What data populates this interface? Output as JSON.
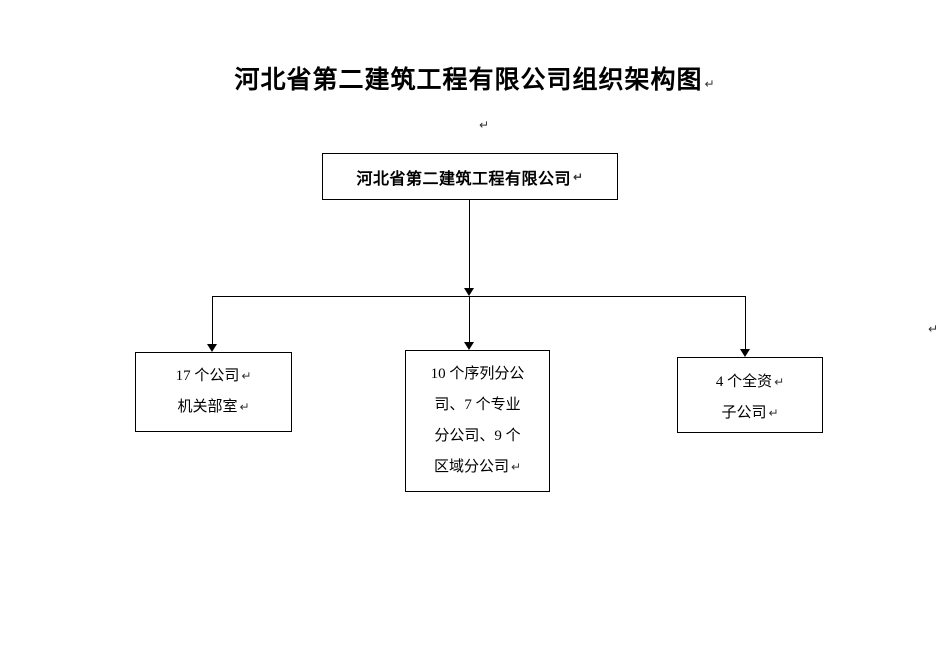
{
  "pilcrow": "↵",
  "title": "河北省第二建筑工程有限公司组织架构图",
  "org_chart": {
    "root": {
      "label": "河北省第二建筑工程有限公司"
    },
    "branches": [
      {
        "id": "company-departments",
        "lines": [
          "17 个公司",
          "机关部室"
        ]
      },
      {
        "id": "branch-companies",
        "lines": [
          "10 个序列分公",
          "司、7 个专业",
          "分公司、9 个",
          "区域分公司"
        ]
      },
      {
        "id": "wholly-owned-subsidiaries",
        "lines": [
          "4 个全资",
          "子公司"
        ]
      }
    ]
  }
}
